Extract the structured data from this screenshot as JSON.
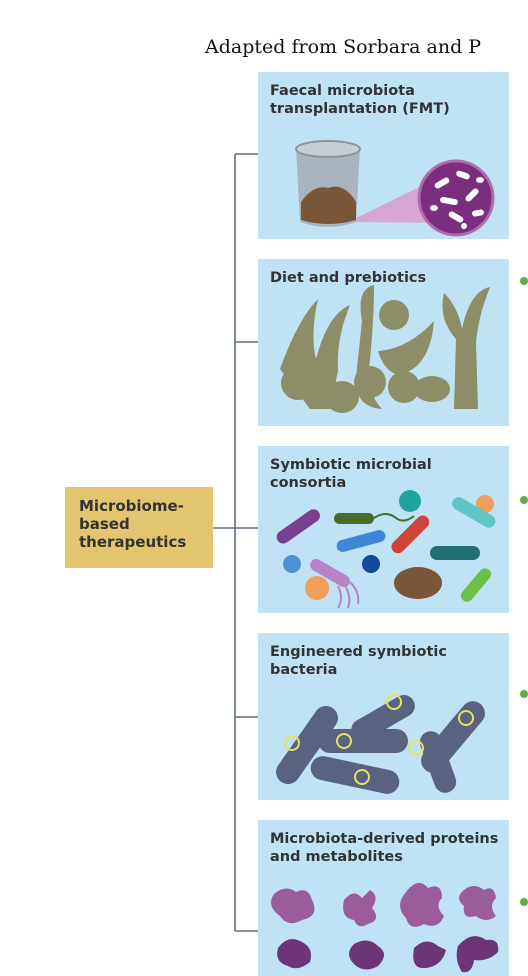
{
  "caption": "Adapted from Sorbara and P",
  "root": {
    "label": "Microbiome-based therapeutics",
    "color": "#e2c56e"
  },
  "panels": [
    {
      "title": "Faecal microbiota transplantation (FMT)",
      "icon": "jar-and-microbes-icon"
    },
    {
      "title": "Diet and prebiotics",
      "icon": "plant-foods-icon"
    },
    {
      "title": "Symbiotic microbial consortia",
      "icon": "bacteria-mix-icon"
    },
    {
      "title": "Engineered symbiotic bacteria",
      "icon": "engineered-bacteria-icon"
    },
    {
      "title": "Microbiota-derived proteins and metabolites",
      "icon": "protein-blobs-icon"
    }
  ],
  "colors": {
    "panel": "#bfe3f4",
    "connector": "#5e6f7f",
    "bullet": "#6aa84f"
  }
}
